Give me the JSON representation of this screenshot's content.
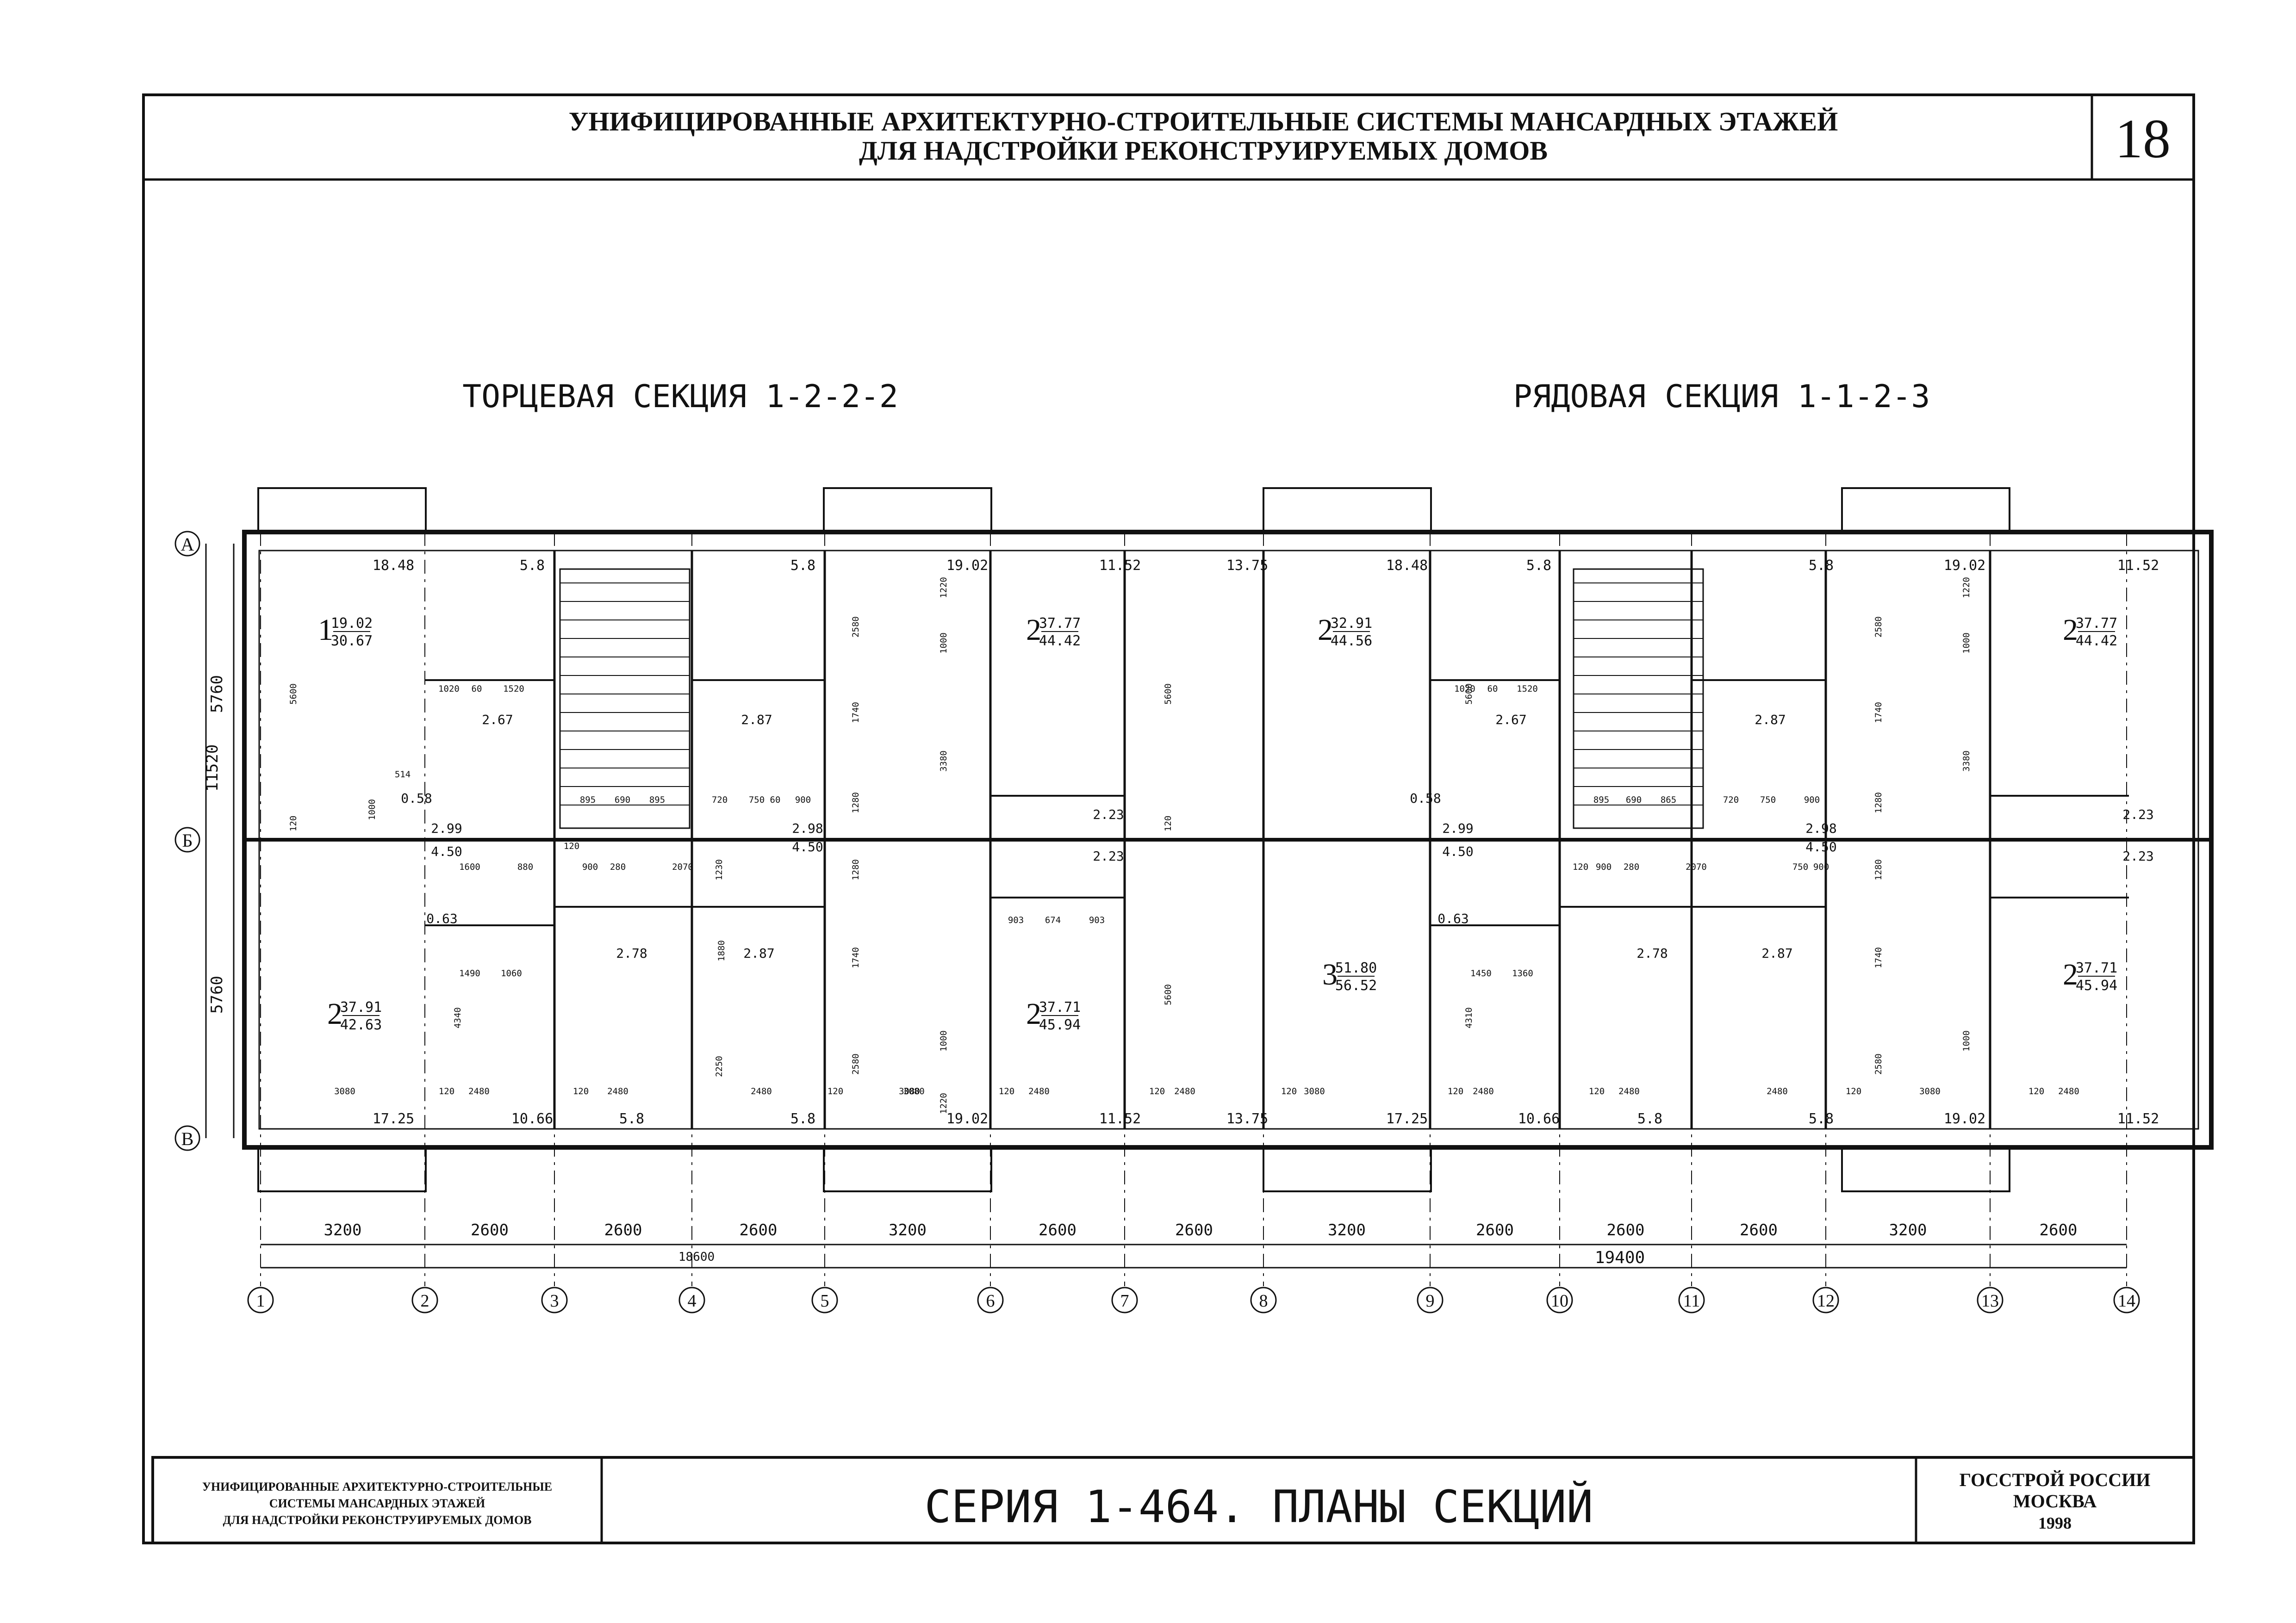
{
  "header": {
    "title_line1": "УНИФИЦИРОВАННЫЕ АРХИТЕКТУРНО-СТРОИТЕЛЬНЫЕ СИСТЕМЫ МАНСАРДНЫХ ЭТАЖЕЙ",
    "title_line2": "ДЛЯ НАДСТРОЙКИ РЕКОНСТРУИРУЕМЫХ ДОМОВ",
    "sheet_number": "18"
  },
  "sections": {
    "end_section": "ТОРЦЕВАЯ СЕКЦИЯ 1-2-2-2",
    "row_section": "РЯДОВАЯ СЕКЦИЯ 1-1-2-3"
  },
  "axes": {
    "letters": [
      "А",
      "Б",
      "В"
    ],
    "numbers": [
      "1",
      "2",
      "3",
      "4",
      "5",
      "6",
      "7",
      "8",
      "9",
      "10",
      "11",
      "12",
      "13",
      "14"
    ]
  },
  "dimensions": {
    "spans": [
      "3200",
      "2600",
      "2600",
      "2600",
      "3200",
      "2600",
      "2600",
      "3200",
      "2600",
      "2600",
      "2600",
      "3200",
      "2600"
    ],
    "total_left": "18600",
    "total_right": "19400",
    "vertical_total": "11520",
    "vertical_top": "5760",
    "vertical_bottom": "5760"
  },
  "apartments": [
    {
      "rooms": "1",
      "living": "19.02",
      "total": "30.67"
    },
    {
      "rooms": "2",
      "living": "37.77",
      "total": "44.42"
    },
    {
      "rooms": "2",
      "living": "32.91",
      "total": "44.56"
    },
    {
      "rooms": "2",
      "living": "37.77",
      "total": "44.42"
    },
    {
      "rooms": "2",
      "living": "37.91",
      "total": "42.63"
    },
    {
      "rooms": "2",
      "living": "37.71",
      "total": "45.94"
    },
    {
      "rooms": "3",
      "living": "51.80",
      "total": "56.52"
    },
    {
      "rooms": "2",
      "living": "37.71",
      "total": "45.94"
    }
  ],
  "room_areas_top": [
    "18.48",
    "5.8",
    "5.8",
    "19.02",
    "11.52",
    "13.75",
    "18.48",
    "5.8",
    "5.8",
    "19.02",
    "11.52"
  ],
  "room_areas_bottom": [
    "17.25",
    "10.66",
    "5.8",
    "5.8",
    "19.02",
    "11.52",
    "13.75",
    "17.25",
    "10.66",
    "5.8",
    "5.8",
    "19.02",
    "11.52"
  ],
  "room_areas_middle": [
    "2.67",
    "2.87",
    "2.99",
    "2.98",
    "2.23",
    "2.67",
    "2.87",
    "2.99",
    "2.98",
    "2.23",
    "4.50",
    "4.50",
    "2.23",
    "4.50",
    "4.50",
    "2.23",
    "0.63",
    "2.78",
    "2.87",
    "0.63",
    "2.78",
    "2.87",
    "0.58",
    "0.58"
  ],
  "inner_dims": {
    "plan_left": [
      "5600",
      "120",
      "1000",
      "514",
      "1020",
      "60",
      "1520",
      "895",
      "690",
      "895",
      "720",
      "750",
      "60",
      "900",
      "1600",
      "880",
      "120",
      "900",
      "280",
      "2070",
      "1490",
      "1060",
      "4340",
      "120",
      "2480",
      "120",
      "2480",
      "2480",
      "3080",
      "1230",
      "1880",
      "2250"
    ],
    "plan_middle": [
      "2580",
      "1740",
      "1280",
      "1220",
      "1000",
      "3380",
      "1280",
      "1740",
      "2580",
      "903",
      "674",
      "903",
      "120",
      "2480",
      "3080",
      "120",
      "1220",
      "1000",
      "5600",
      "120",
      "5600",
      "120",
      "2480",
      "120",
      "3080",
      "3080"
    ],
    "plan_right": [
      "5600",
      "1020",
      "60",
      "1520",
      "895",
      "690",
      "865",
      "720",
      "750",
      "900",
      "120",
      "900",
      "280",
      "2070",
      "750",
      "900",
      "1450",
      "1360",
      "4310",
      "120",
      "2480",
      "120",
      "2480",
      "2480",
      "2580",
      "1740",
      "1280",
      "1220",
      "1000",
      "3380",
      "1280",
      "1740",
      "2580",
      "1000",
      "120",
      "3080",
      "120",
      "2480"
    ]
  },
  "title_block": {
    "left_line1": "УНИФИЦИРОВАННЫЕ АРХИТЕКТУРНО-СТРОИТЕЛЬНЫЕ",
    "left_line2": "СИСТЕМЫ МАНСАРДНЫХ ЭТАЖЕЙ",
    "left_line3": "ДЛЯ НАДСТРОЙКИ РЕКОНСТРУИРУЕМЫХ ДОМОВ",
    "center": "СЕРИЯ 1-464. ПЛАНЫ СЕКЦИЙ",
    "right_line1": "ГОССТРОЙ РОССИИ",
    "right_line2": "МОСКВА",
    "right_line3": "1998"
  }
}
